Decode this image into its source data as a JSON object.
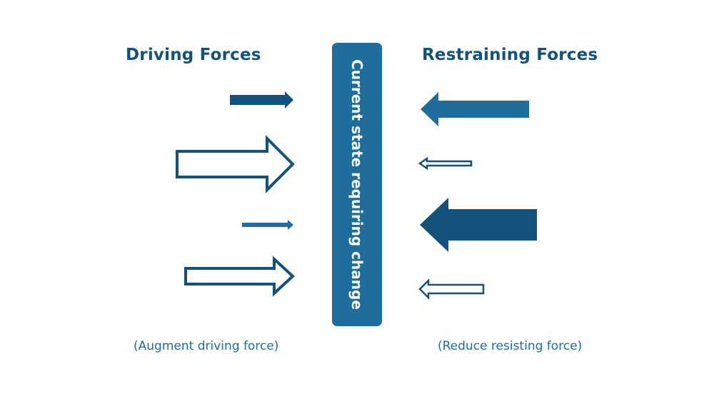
{
  "colors": {
    "dark_blue": "#13527a",
    "mid_blue": "#1e6d9c",
    "heading": "#13527a",
    "caption": "#1d6e9f",
    "background": "#ffffff"
  },
  "headings": {
    "driving": "Driving Forces",
    "restraining": "Restraining Forces"
  },
  "center": {
    "label": "Current state requiring change"
  },
  "captions": {
    "driving": "(Augment driving force)",
    "restraining": "(Reduce resisting force)"
  },
  "driving_forces": [
    {
      "direction": "right",
      "style": "filled",
      "color": "dark_blue",
      "strength": "medium-small"
    },
    {
      "direction": "right",
      "style": "outline",
      "color": "dark_blue",
      "strength": "large"
    },
    {
      "direction": "right",
      "style": "filled",
      "color": "mid_blue",
      "strength": "small"
    },
    {
      "direction": "right",
      "style": "outline",
      "color": "dark_blue",
      "strength": "medium"
    }
  ],
  "restraining_forces": [
    {
      "direction": "left",
      "style": "filled",
      "color": "mid_blue",
      "strength": "large"
    },
    {
      "direction": "left",
      "style": "outline",
      "color": "dark_blue",
      "strength": "small"
    },
    {
      "direction": "left",
      "style": "filled",
      "color": "dark_blue",
      "strength": "very-large"
    },
    {
      "direction": "left",
      "style": "outline",
      "color": "dark_blue",
      "strength": "small"
    }
  ]
}
